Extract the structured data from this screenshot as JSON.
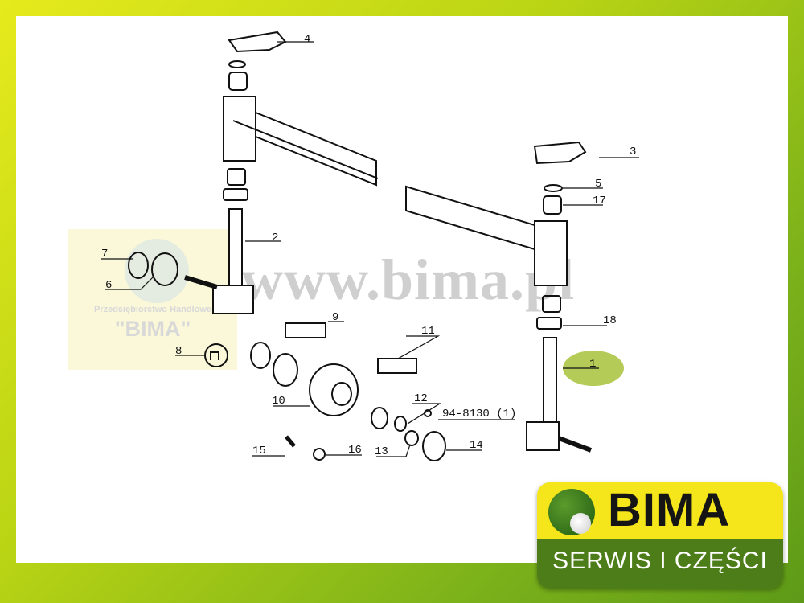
{
  "diagram": {
    "callouts": [
      {
        "id": "1",
        "label": "1"
      },
      {
        "id": "2",
        "label": "2"
      },
      {
        "id": "3",
        "label": "3"
      },
      {
        "id": "4",
        "label": "4"
      },
      {
        "id": "5",
        "label": "5"
      },
      {
        "id": "6",
        "label": "6"
      },
      {
        "id": "7",
        "label": "7"
      },
      {
        "id": "8",
        "label": "8"
      },
      {
        "id": "9",
        "label": "9"
      },
      {
        "id": "10",
        "label": "10"
      },
      {
        "id": "11",
        "label": "11"
      },
      {
        "id": "12",
        "label": "12"
      },
      {
        "id": "13",
        "label": "13"
      },
      {
        "id": "14",
        "label": "14"
      },
      {
        "id": "15",
        "label": "15"
      },
      {
        "id": "16",
        "label": "16"
      },
      {
        "id": "17",
        "label": "17"
      },
      {
        "id": "18",
        "label": "18"
      }
    ],
    "part_reference": "94-8130 (1)",
    "highlight_color": "#a8c23a"
  },
  "watermark": {
    "url": "www.bima.pl",
    "company_line": "Przedsiębiorstwo Handlowe",
    "company_name": "\"BIMA\""
  },
  "logo": {
    "brand": "BIMA",
    "tagline": "SERWIS I CZĘŚCI",
    "yellow": "#f4e61a",
    "green": "#4d7d18"
  }
}
